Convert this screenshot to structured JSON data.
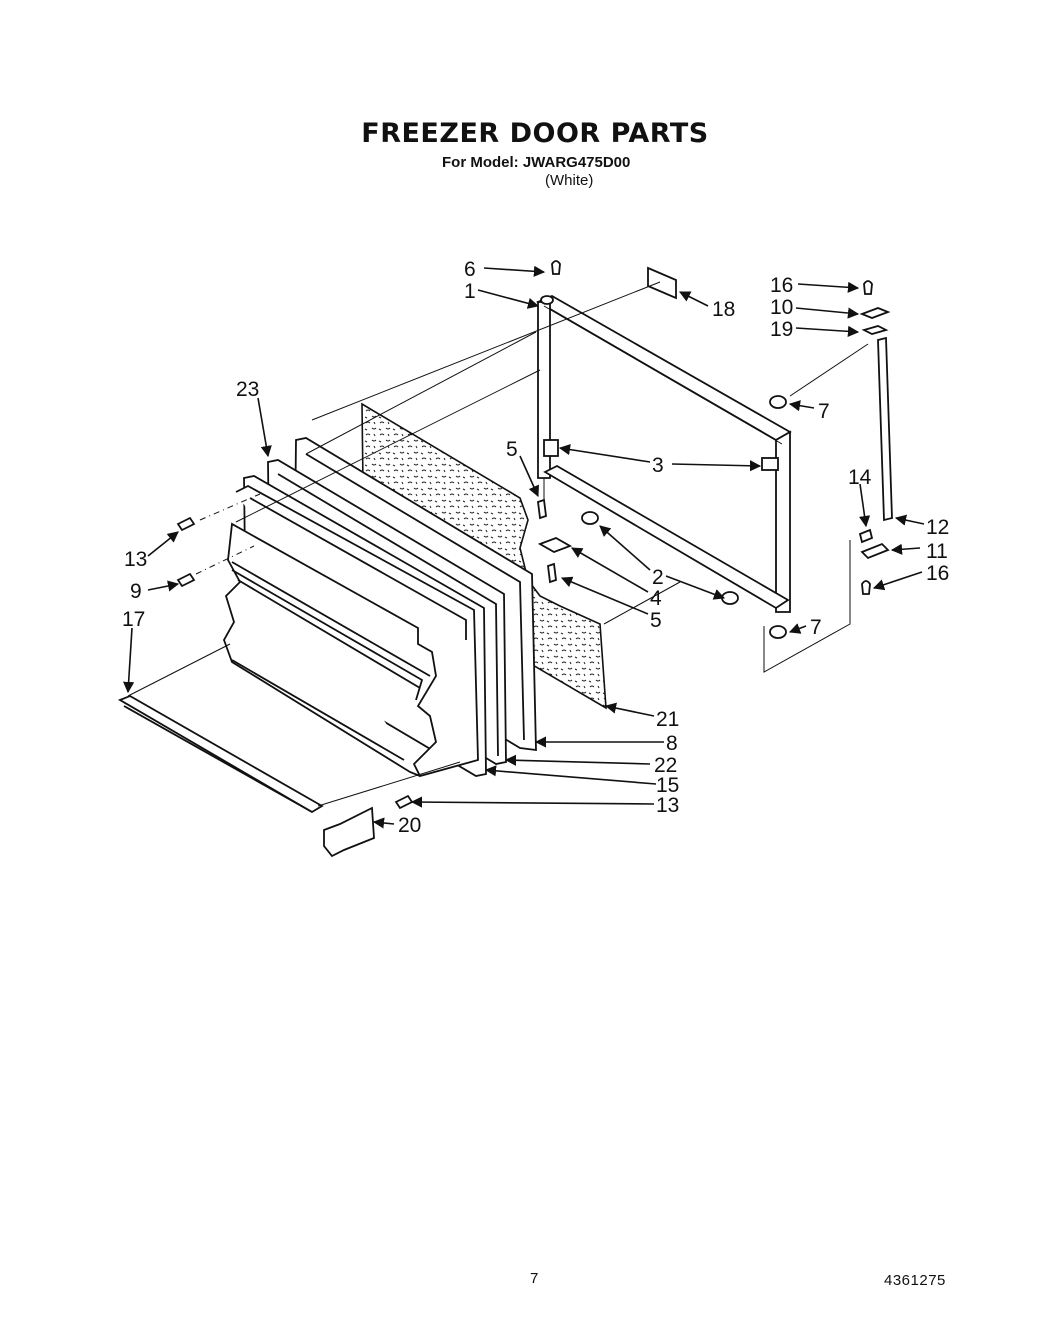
{
  "header": {
    "title": "FREEZER DOOR PARTS",
    "model_line": "For Model: JWARG475D00",
    "color_line": "(White)"
  },
  "footer": {
    "page_number": "7",
    "document_number": "4361275"
  },
  "callouts": {
    "c6": "6",
    "c1": "1",
    "c18": "18",
    "c16a": "16",
    "c10": "10",
    "c19": "19",
    "c7a": "7",
    "c23": "23",
    "c5a": "5",
    "c3": "3",
    "c14": "14",
    "c12": "12",
    "c11": "11",
    "c16b": "16",
    "c13a": "13",
    "c9": "9",
    "c2": "2",
    "c4": "4",
    "c5b": "5",
    "c7b": "7",
    "c17": "17",
    "c21": "21",
    "c8": "8",
    "c22": "22",
    "c15": "15",
    "c13b": "13",
    "c20": "20"
  }
}
